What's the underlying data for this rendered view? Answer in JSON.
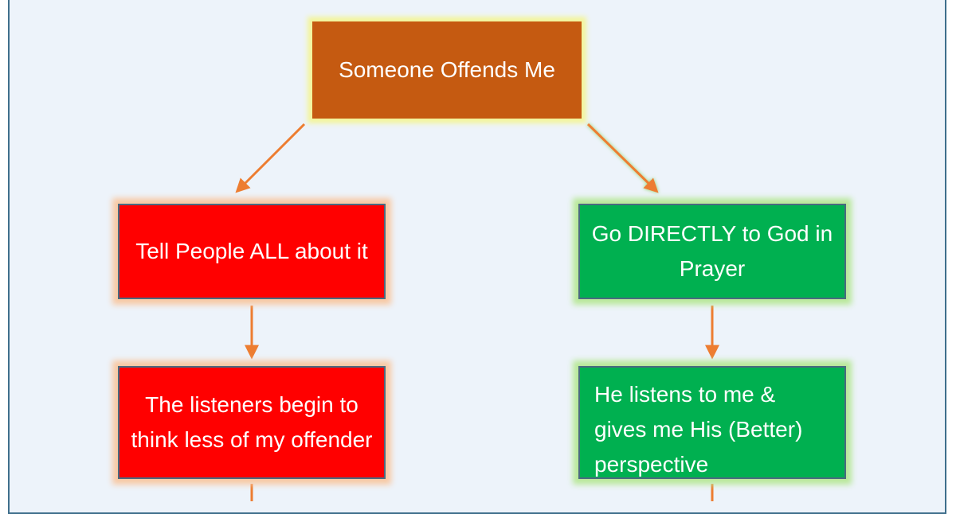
{
  "flowchart": {
    "root": {
      "label": "Someone Offends Me",
      "color": "#c55a11",
      "glow": "#f3f59b"
    },
    "left_branch": {
      "color": "#ff0000",
      "glow": "#f8c9a4",
      "steps": [
        "Tell People ALL about it",
        "The listeners begin to think less of my offender"
      ]
    },
    "right_branch": {
      "color": "#00b050",
      "glow": "#b9e89a",
      "steps": [
        "Go DIRECTLY to God in Prayer",
        "He listens to me & gives me His (Better) perspective"
      ]
    },
    "arrow_color": "#ed7d31"
  }
}
